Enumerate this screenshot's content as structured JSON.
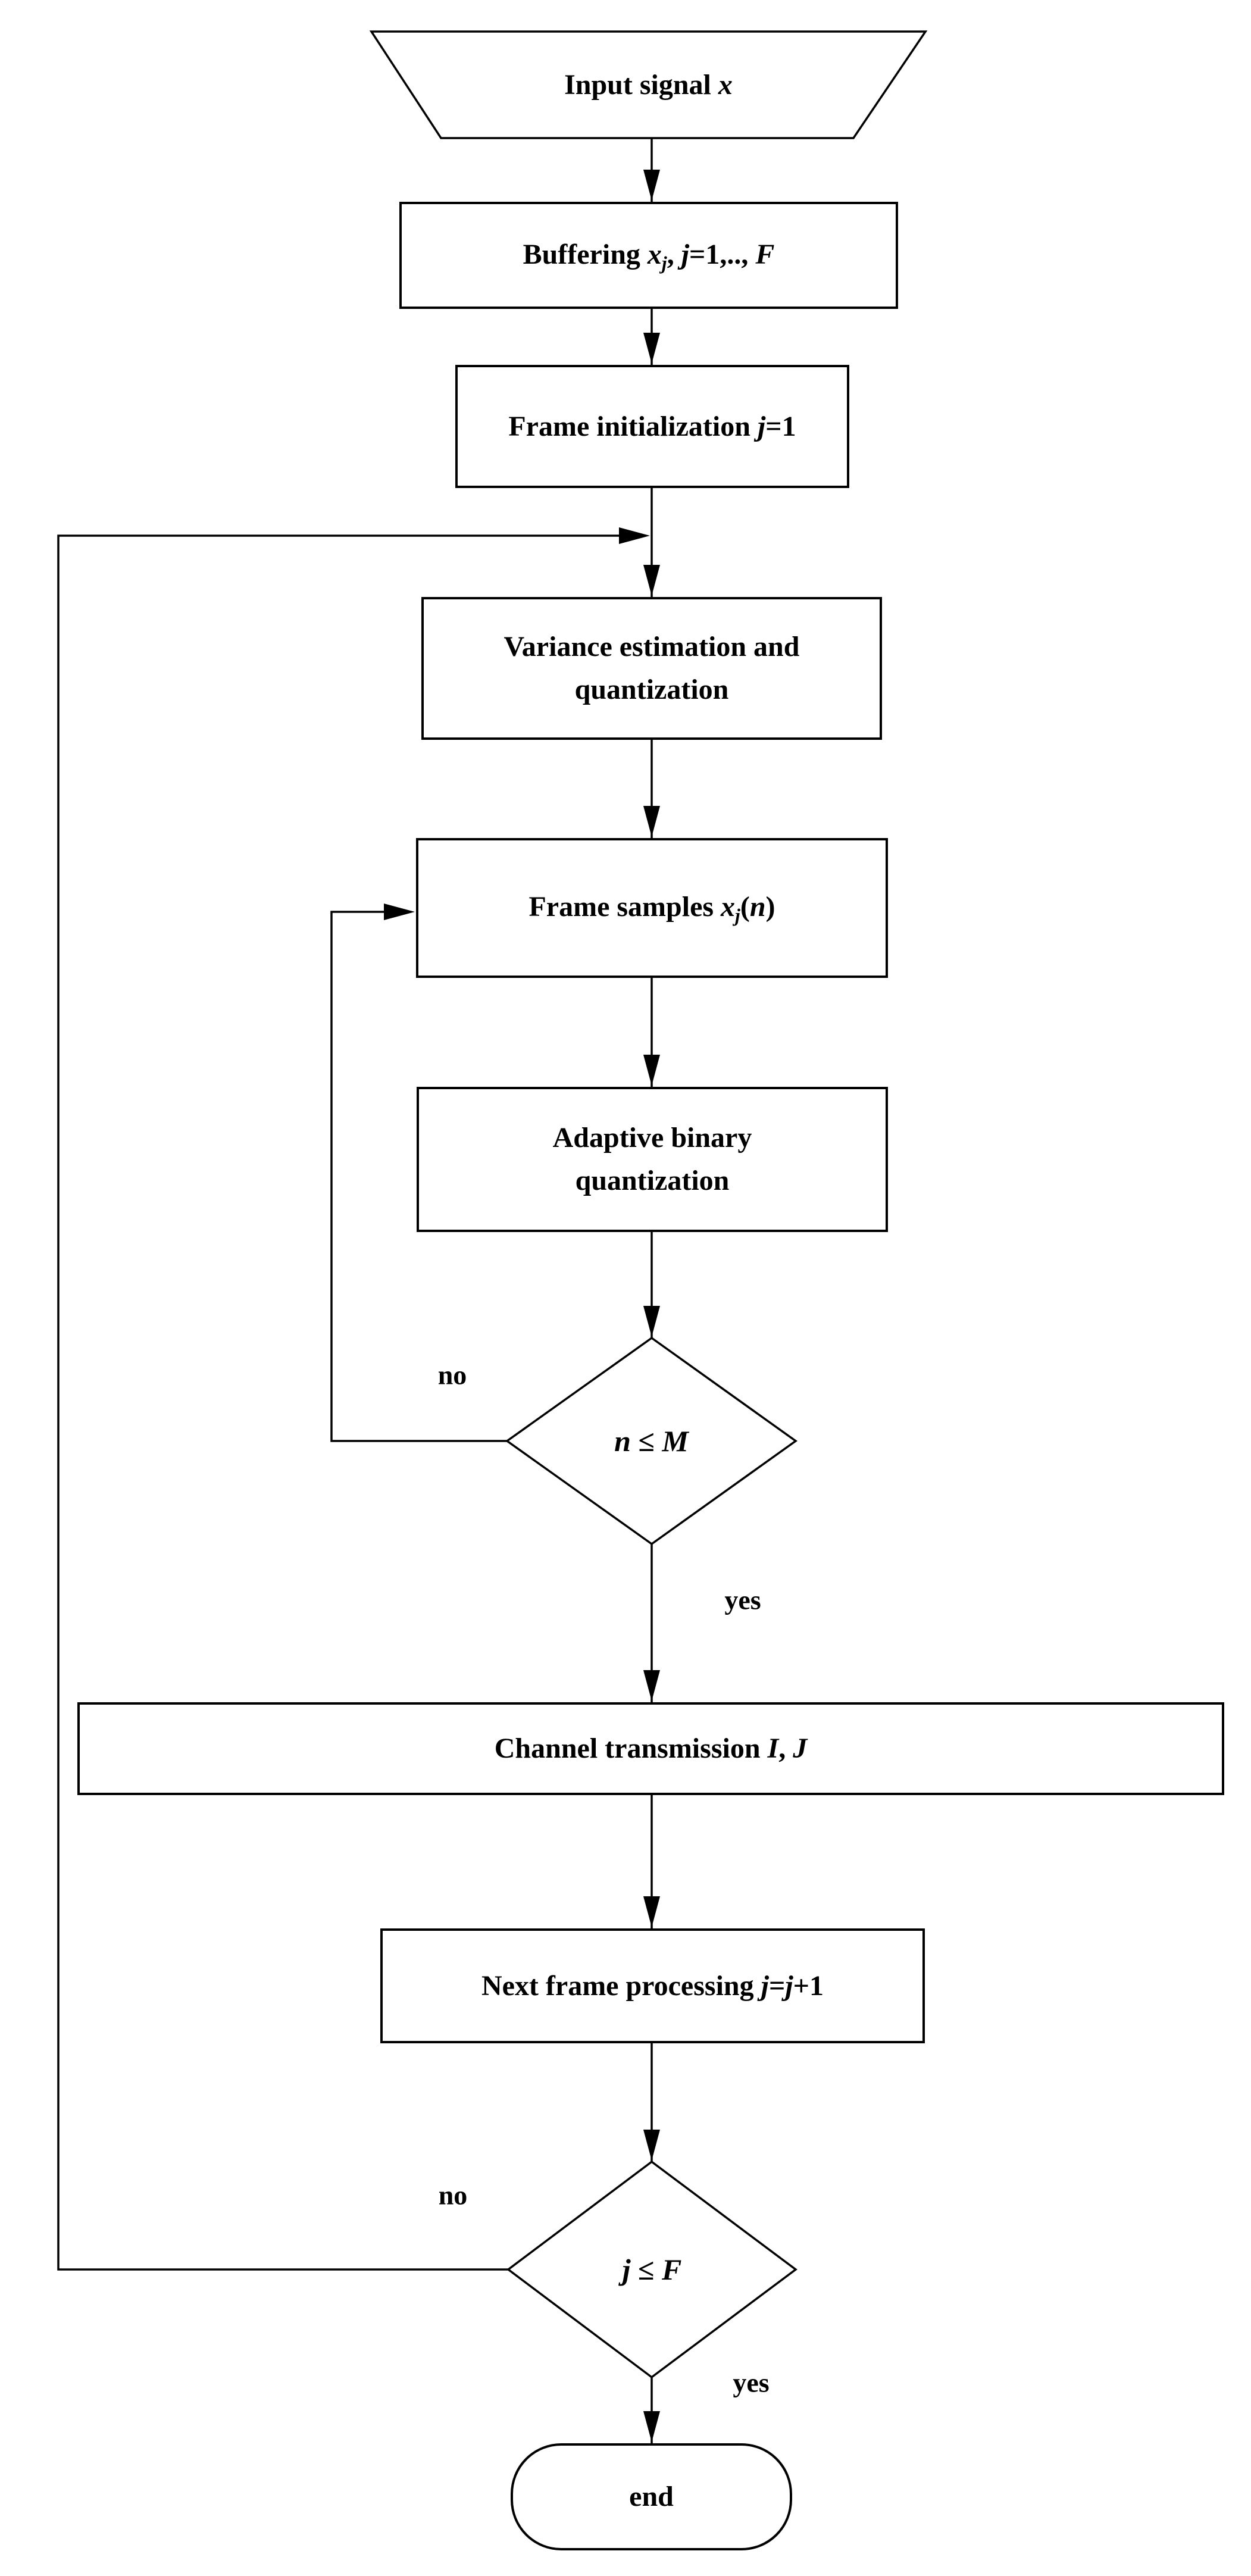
{
  "canvas": {
    "background": "#ffffff",
    "ink": "#000000"
  },
  "nodes": {
    "input": {
      "t1": "Input signal ",
      "x": "x"
    },
    "buffering": {
      "t1": "Buffering ",
      "x": "x",
      "xsub": "j",
      "t2": ", ",
      "j": "j",
      "t3": "=1,.., ",
      "F": "F"
    },
    "frame_init": {
      "t1": "Frame initialization ",
      "j": "j",
      "t2": "=1"
    },
    "variance": {
      "line1": "Variance estimation and",
      "line2": "quantization"
    },
    "frame_samples": {
      "t1": "Frame samples ",
      "x": "x",
      "xsub": "j",
      "t2": "(",
      "n": "n",
      "t3": ")"
    },
    "adaptive": {
      "line1": "Adaptive binary",
      "line2": "quantization"
    },
    "decision_n": {
      "lhs": "n",
      "op": " ≤ ",
      "rhs": "M"
    },
    "channel": {
      "t1": "Channel transmission ",
      "I": "I",
      "t2": ", ",
      "J": "J"
    },
    "next_frame": {
      "t1": "Next frame processing ",
      "j1": "j",
      "t2": "=",
      "j2": "j",
      "t3": "+1"
    },
    "decision_j": {
      "lhs": "j",
      "op": " ≤ ",
      "rhs": "F"
    },
    "end": {
      "label": "end"
    }
  },
  "edge_labels": {
    "n_no": "no",
    "n_yes": "yes",
    "j_no": "no",
    "j_yes": "yes"
  }
}
